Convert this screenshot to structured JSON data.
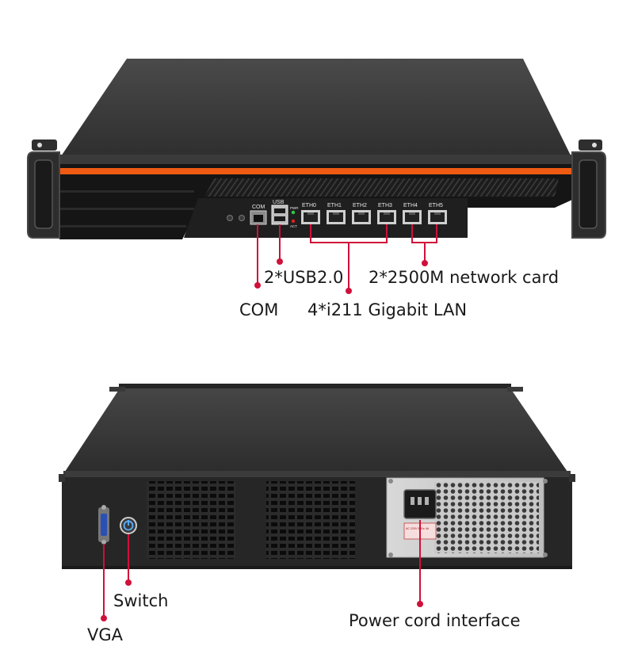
{
  "front_panel": {
    "port_labels": {
      "com": "COM",
      "usb": "USB",
      "pwr": "PWR",
      "act": "ACT",
      "eth": [
        "ETH0",
        "ETH1",
        "ETH2",
        "ETH3",
        "ETH4",
        "ETH5"
      ]
    },
    "callouts": {
      "usb": "2*USB2.0",
      "network_card": "2*2500M network card",
      "com": "COM",
      "gigabit_lan": "4*i211 Gigabit LAN"
    }
  },
  "rear_panel": {
    "psu_label": "AC 220V 50Hz 4A",
    "callouts": {
      "switch": "Switch",
      "vga": "VGA",
      "power": "Power cord interface"
    }
  },
  "colors": {
    "accent_orange": "#ee5a12",
    "callout_red": "#d0103a",
    "chassis": "#2a2a2a"
  }
}
